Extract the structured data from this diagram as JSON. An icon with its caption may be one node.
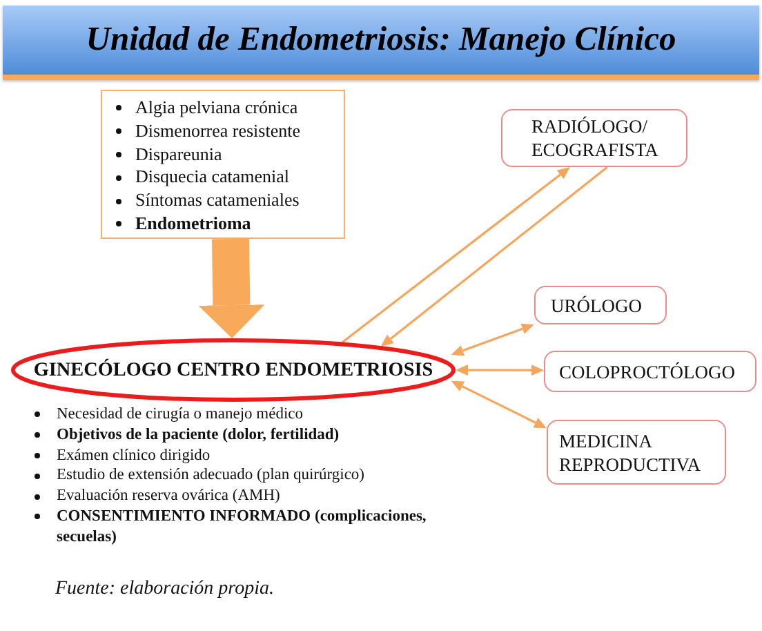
{
  "diagram": {
    "title": "Unidad de Endometriosis: Manejo Clínico",
    "caption": "Fuente: elaboración propia.",
    "nodes": [
      {
        "text": [
          "Algia pelviana crónica",
          "Dismenorrea resistente",
          "Dispareunia",
          "Disquecia catamenial",
          "Síntomas catameniales",
          "**Endometrioma**"
        ]
      },
      {
        "text": [
          "GINECÓLOGO CENTRO ENDOMETRIOSIS"
        ],
        "beside": [
          "Necesidad de cirugía o manejo médico",
          "**Objetivos de la paciente (dolor, fertilidad)**",
          "Exámen clínico dirigido",
          "Estudio de extensión adecuado (plan quirúrgico)",
          "Evaluación reserva ovárica (AMH)",
          "**CONSENTIMIENTO INFORMADO (complicaciones, secuelas)**"
        ]
      },
      {
        "text": [
          "RADIÓLOGO/ ECOGRAFISTA"
        ]
      },
      {
        "text": [
          "URÓLOGO"
        ]
      },
      {
        "text": [
          "COLOPROCTÓLOGO"
        ]
      },
      {
        "text": [
          "MEDICINA REPRODUCTIVA"
        ]
      }
    ],
    "edges": [
      {
        "from": 0,
        "to": 1,
        "arrow": "to",
        "style": "thick"
      },
      {
        "from": 1,
        "to": 2,
        "arrow": "to"
      },
      {
        "from": 2,
        "to": 1,
        "arrow": "to"
      },
      {
        "from": 1,
        "to": 3,
        "arrow": "both"
      },
      {
        "from": 1,
        "to": 4,
        "arrow": "both"
      },
      {
        "from": 1,
        "to": 5,
        "arrow": "both"
      }
    ]
  }
}
